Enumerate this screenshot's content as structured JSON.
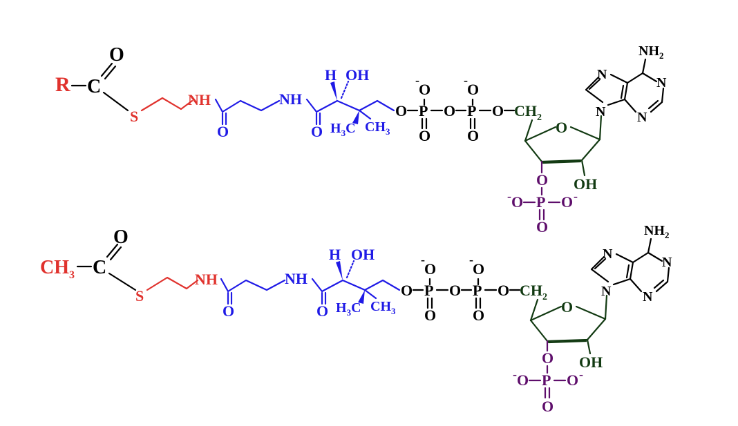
{
  "colors": {
    "red": "#e0322d",
    "blue": "#1f1ae6",
    "black": "#000000",
    "darkgreen": "#123a12",
    "purple": "#5e0e6b"
  },
  "labels": {
    "R": "R",
    "CH3": "CH",
    "sub3": "3",
    "sub2": "2",
    "C": "C",
    "O": "O",
    "S": "S",
    "NH": "NH",
    "H": "H",
    "OH": "OH",
    "H3C": "H",
    "P": "P",
    "CH2": "CH",
    "NH2": "NH",
    "N": "N",
    "minus": "-"
  }
}
